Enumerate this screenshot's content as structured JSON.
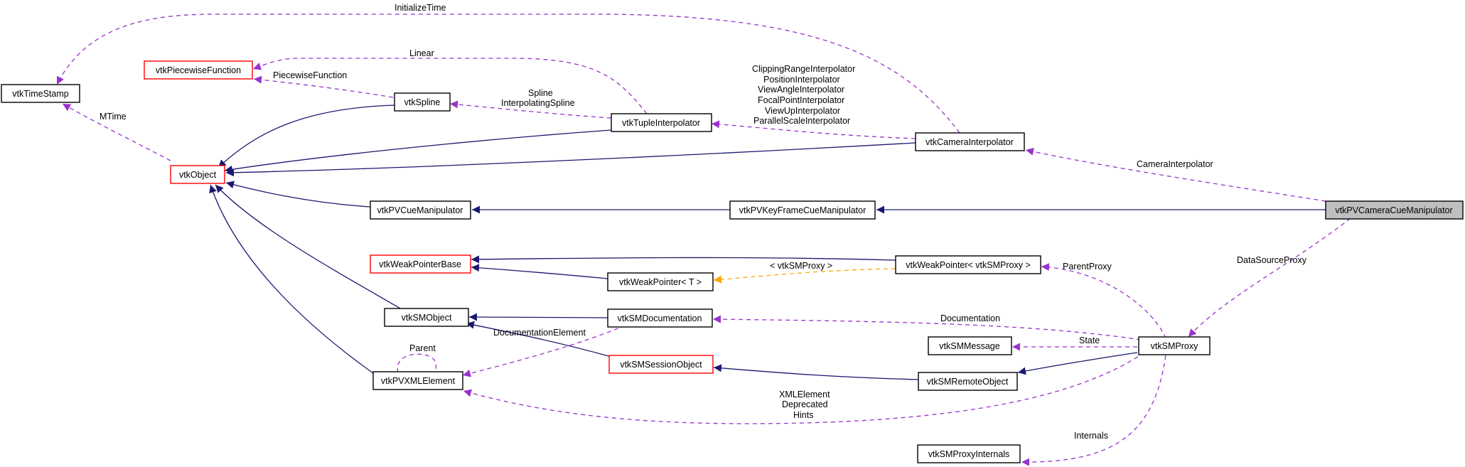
{
  "colors": {
    "inherit_edge": "#191970",
    "usage_edge": "#9a32cd",
    "template_edge": "#ffa500",
    "node_border_default": "#000000",
    "node_border_incomplete": "#ff0000",
    "focus_fill": "#bfbfbf"
  },
  "nodes": {
    "vtkTimeStamp": "vtkTimeStamp",
    "vtkPiecewiseFunction": "vtkPiecewiseFunction",
    "vtkSpline": "vtkSpline",
    "vtkTupleInterpolator": "vtkTupleInterpolator",
    "vtkCameraInterpolator": "vtkCameraInterpolator",
    "vtkObject": "vtkObject",
    "vtkPVCueManipulator": "vtkPVCueManipulator",
    "vtkPVKeyFrameCueManipulator": "vtkPVKeyFrameCueManipulator",
    "vtkPVCameraCueManipulator": "vtkPVCameraCueManipulator",
    "vtkWeakPointerBase": "vtkWeakPointerBase",
    "vtkWeakPointerT": "vtkWeakPointer< T >",
    "vtkWeakPointerSMProxy": "vtkWeakPointer< vtkSMProxy >",
    "vtkSMObject": "vtkSMObject",
    "vtkSMDocumentation": "vtkSMDocumentation",
    "vtkSMMessage": "vtkSMMessage",
    "vtkSMProxy": "vtkSMProxy",
    "vtkPVXMLElement": "vtkPVXMLElement",
    "vtkSMSessionObject": "vtkSMSessionObject",
    "vtkSMRemoteObject": "vtkSMRemoteObject",
    "vtkSMProxyInternals": "vtkSMProxyInternals"
  },
  "edge_labels": {
    "initialize_time": "InitializeTime",
    "linear": "Linear",
    "piecewise_function": "PiecewiseFunction",
    "spline": "Spline",
    "interpolating_spline": "InterpolatingSpline",
    "mtime": "MTime",
    "clipping_range_interpolator": "ClippingRangeInterpolator",
    "position_interpolator": "PositionInterpolator",
    "view_angle_interpolator": "ViewAngleInterpolator",
    "focal_point_interpolator": "FocalPointInterpolator",
    "view_up_interpolator": "ViewUpInterpolator",
    "parallel_scale_interpolator": "ParallelScaleInterpolator",
    "camera_interpolator": "CameraInterpolator",
    "template_sm_proxy": "< vtkSMProxy >",
    "parent_proxy": "ParentProxy",
    "data_source_proxy": "DataSourceProxy",
    "documentation": "Documentation",
    "documentation_element": "DocumentationElement",
    "parent": "Parent",
    "state": "State",
    "xml_element": "XMLElement",
    "deprecated": "Deprecated",
    "hints": "Hints",
    "internals": "Internals"
  }
}
